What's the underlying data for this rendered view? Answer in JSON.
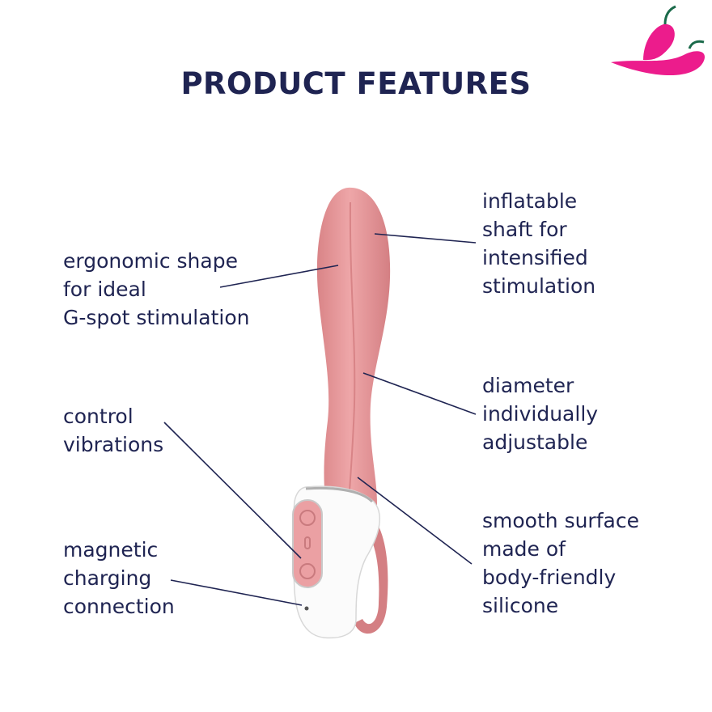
{
  "title": "PRODUCT FEATURES",
  "logo": {
    "name": "chili-pepper-logo",
    "color": "#ec1c8c",
    "stem_color": "#1a6a4a"
  },
  "colors": {
    "text": "#1f2452",
    "product_pink": "#e89a9c",
    "handle": "#ffffff"
  },
  "features_left": [
    {
      "lines": [
        "ergonomic shape",
        "for ideal",
        "G-spot stimulation"
      ]
    },
    {
      "lines": [
        "control",
        "vibrations"
      ]
    },
    {
      "lines": [
        "magnetic",
        "charging",
        "connection"
      ]
    }
  ],
  "features_right": [
    {
      "lines": [
        "inflatable",
        "shaft for",
        "intensified",
        "stimulation"
      ]
    },
    {
      "lines": [
        "diameter",
        "individually",
        "adjustable"
      ]
    },
    {
      "lines": [
        "smooth surface",
        "made of",
        "body-friendly",
        "silicone"
      ]
    }
  ]
}
